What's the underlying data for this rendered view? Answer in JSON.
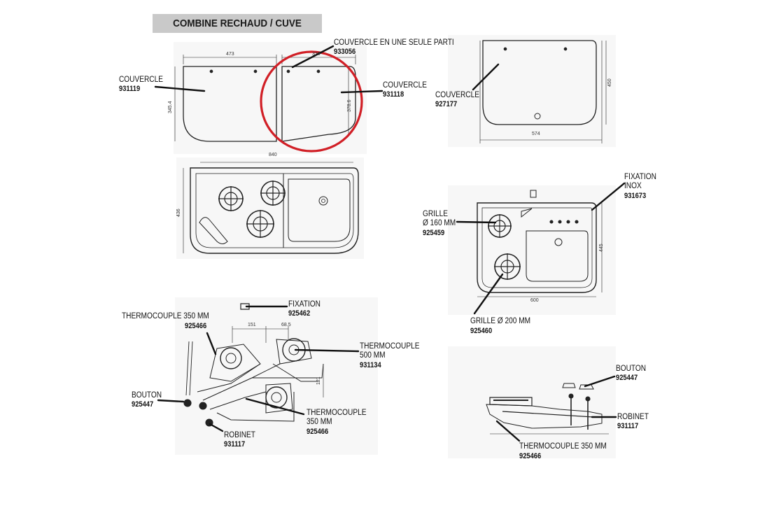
{
  "title": "COMBINE RECHAUD / CUVE",
  "labels": {
    "couvercle_left": "COUVERCLE",
    "couvercle_left_ref": "931119",
    "couvercle_one_piece": "COUVERCLE EN UNE SEULE PARTI",
    "couvercle_one_piece_ref": "933056",
    "couvercle_right": "COUVERCLE",
    "couvercle_right_ref": "931118",
    "couvercle_927": "COUVERCLE",
    "couvercle_927_ref": "927177",
    "fixation_inox_1": "FIXATION",
    "fixation_inox_2": "INOX",
    "fixation_inox_ref": "931673",
    "grille160_1": "GRILLE",
    "grille160_2": "Ø 160 MM",
    "grille160_ref": "925459",
    "grille200": "GRILLE Ø 200 MM",
    "grille200_ref": "925460",
    "fixation": "FIXATION",
    "fixation_ref": "925462",
    "thermo350a": "THERMOCOUPLE 350 MM",
    "thermo350a_ref": "925466",
    "thermo500_1": "THERMOCOUPLE",
    "thermo500_2": "500 MM",
    "thermo500_ref": "931134",
    "bouton_left": "BOUTON",
    "bouton_left_ref": "925447",
    "robinet_left": "ROBINET",
    "robinet_left_ref": "931117",
    "thermo350b_1": "THERMOCOUPLE",
    "thermo350b_2": "350 MM",
    "thermo350b_ref": "925466",
    "bouton_right": "BOUTON",
    "bouton_right_ref": "925447",
    "robinet_right": "ROBINET",
    "robinet_right_ref": "931117",
    "thermo350c": "THERMOCOUPLE 350 MM",
    "thermo350c_ref": "925466"
  },
  "dimensions": {
    "d473": "473",
    "d328": "328",
    "d3454": "345.4",
    "d3786": "378.6",
    "d840": "840",
    "d436": "436",
    "d450": "450",
    "d574": "574",
    "d445": "445",
    "d600": "600",
    "d151": "151",
    "d685": "68.5",
    "d121": "121"
  },
  "colors": {
    "highlight": "#d11f26",
    "title_bg": "#c9c9c9",
    "ink": "#111111",
    "panel": "#f7f7f7"
  }
}
